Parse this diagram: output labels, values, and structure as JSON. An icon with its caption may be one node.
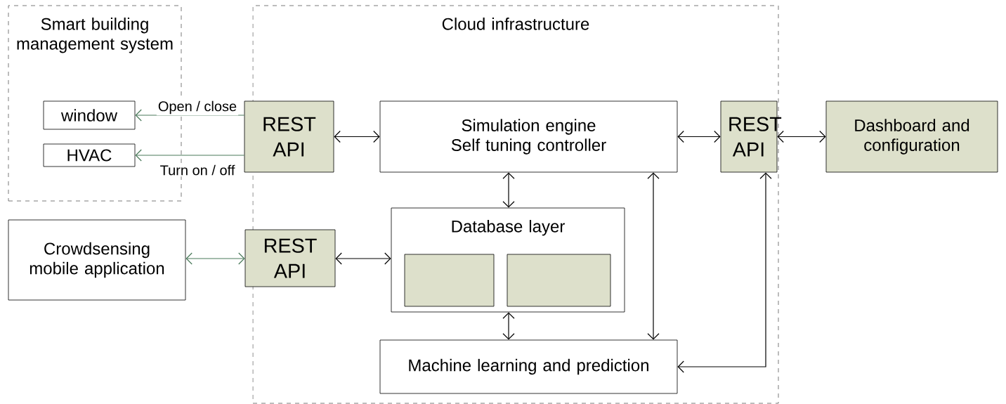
{
  "diagram": {
    "nodes": [
      {
        "text": [
          "Smart building management system"
        ]
      },
      {
        "text": [
          "window"
        ],
        "in": 0
      },
      {
        "text": [
          "HVAC"
        ],
        "in": 0
      },
      {
        "text": [
          "Cloud infrastructure"
        ]
      },
      {
        "text": [
          "REST API"
        ]
      },
      {
        "text": [
          "Simulation engine",
          "Self tuning controller"
        ],
        "in": 3
      },
      {
        "text": [
          "REST API"
        ],
        "in": 3
      },
      {
        "text": [
          "Dashboard and configuration"
        ]
      },
      {
        "text": [
          "Crowdsensing mobile application"
        ]
      },
      {
        "text": [
          "REST API"
        ]
      },
      {
        "text": [
          "Database layer"
        ],
        "in": 3
      },
      {
        "text": [],
        "shape": "box",
        "in": 10
      },
      {
        "text": [],
        "shape": "box",
        "in": 10
      },
      {
        "text": [
          "Machine learning and prediction"
        ],
        "in": 3
      }
    ],
    "edges": [
      {
        "from": 4,
        "to": 1,
        "arrow": "to",
        "label": "Open / close",
        "color": "#4a7a5a"
      },
      {
        "from": 4,
        "to": 2,
        "arrow": "to",
        "label": "Turn on / off",
        "color": "#4a7a5a"
      },
      {
        "from": 4,
        "to": 5,
        "arrow": "both"
      },
      {
        "from": 5,
        "to": 6,
        "arrow": "both"
      },
      {
        "from": 6,
        "to": 7,
        "arrow": "both"
      },
      {
        "from": 8,
        "to": 9,
        "arrow": "both",
        "color": "#4a7a5a"
      },
      {
        "from": 9,
        "to": 10,
        "arrow": "both"
      },
      {
        "from": 5,
        "to": 10,
        "arrow": "both"
      },
      {
        "from": 10,
        "to": 13,
        "arrow": "both"
      },
      {
        "from": 5,
        "to": 13,
        "arrow": "both"
      },
      {
        "from": 6,
        "to": 13,
        "arrow": "both"
      }
    ]
  }
}
